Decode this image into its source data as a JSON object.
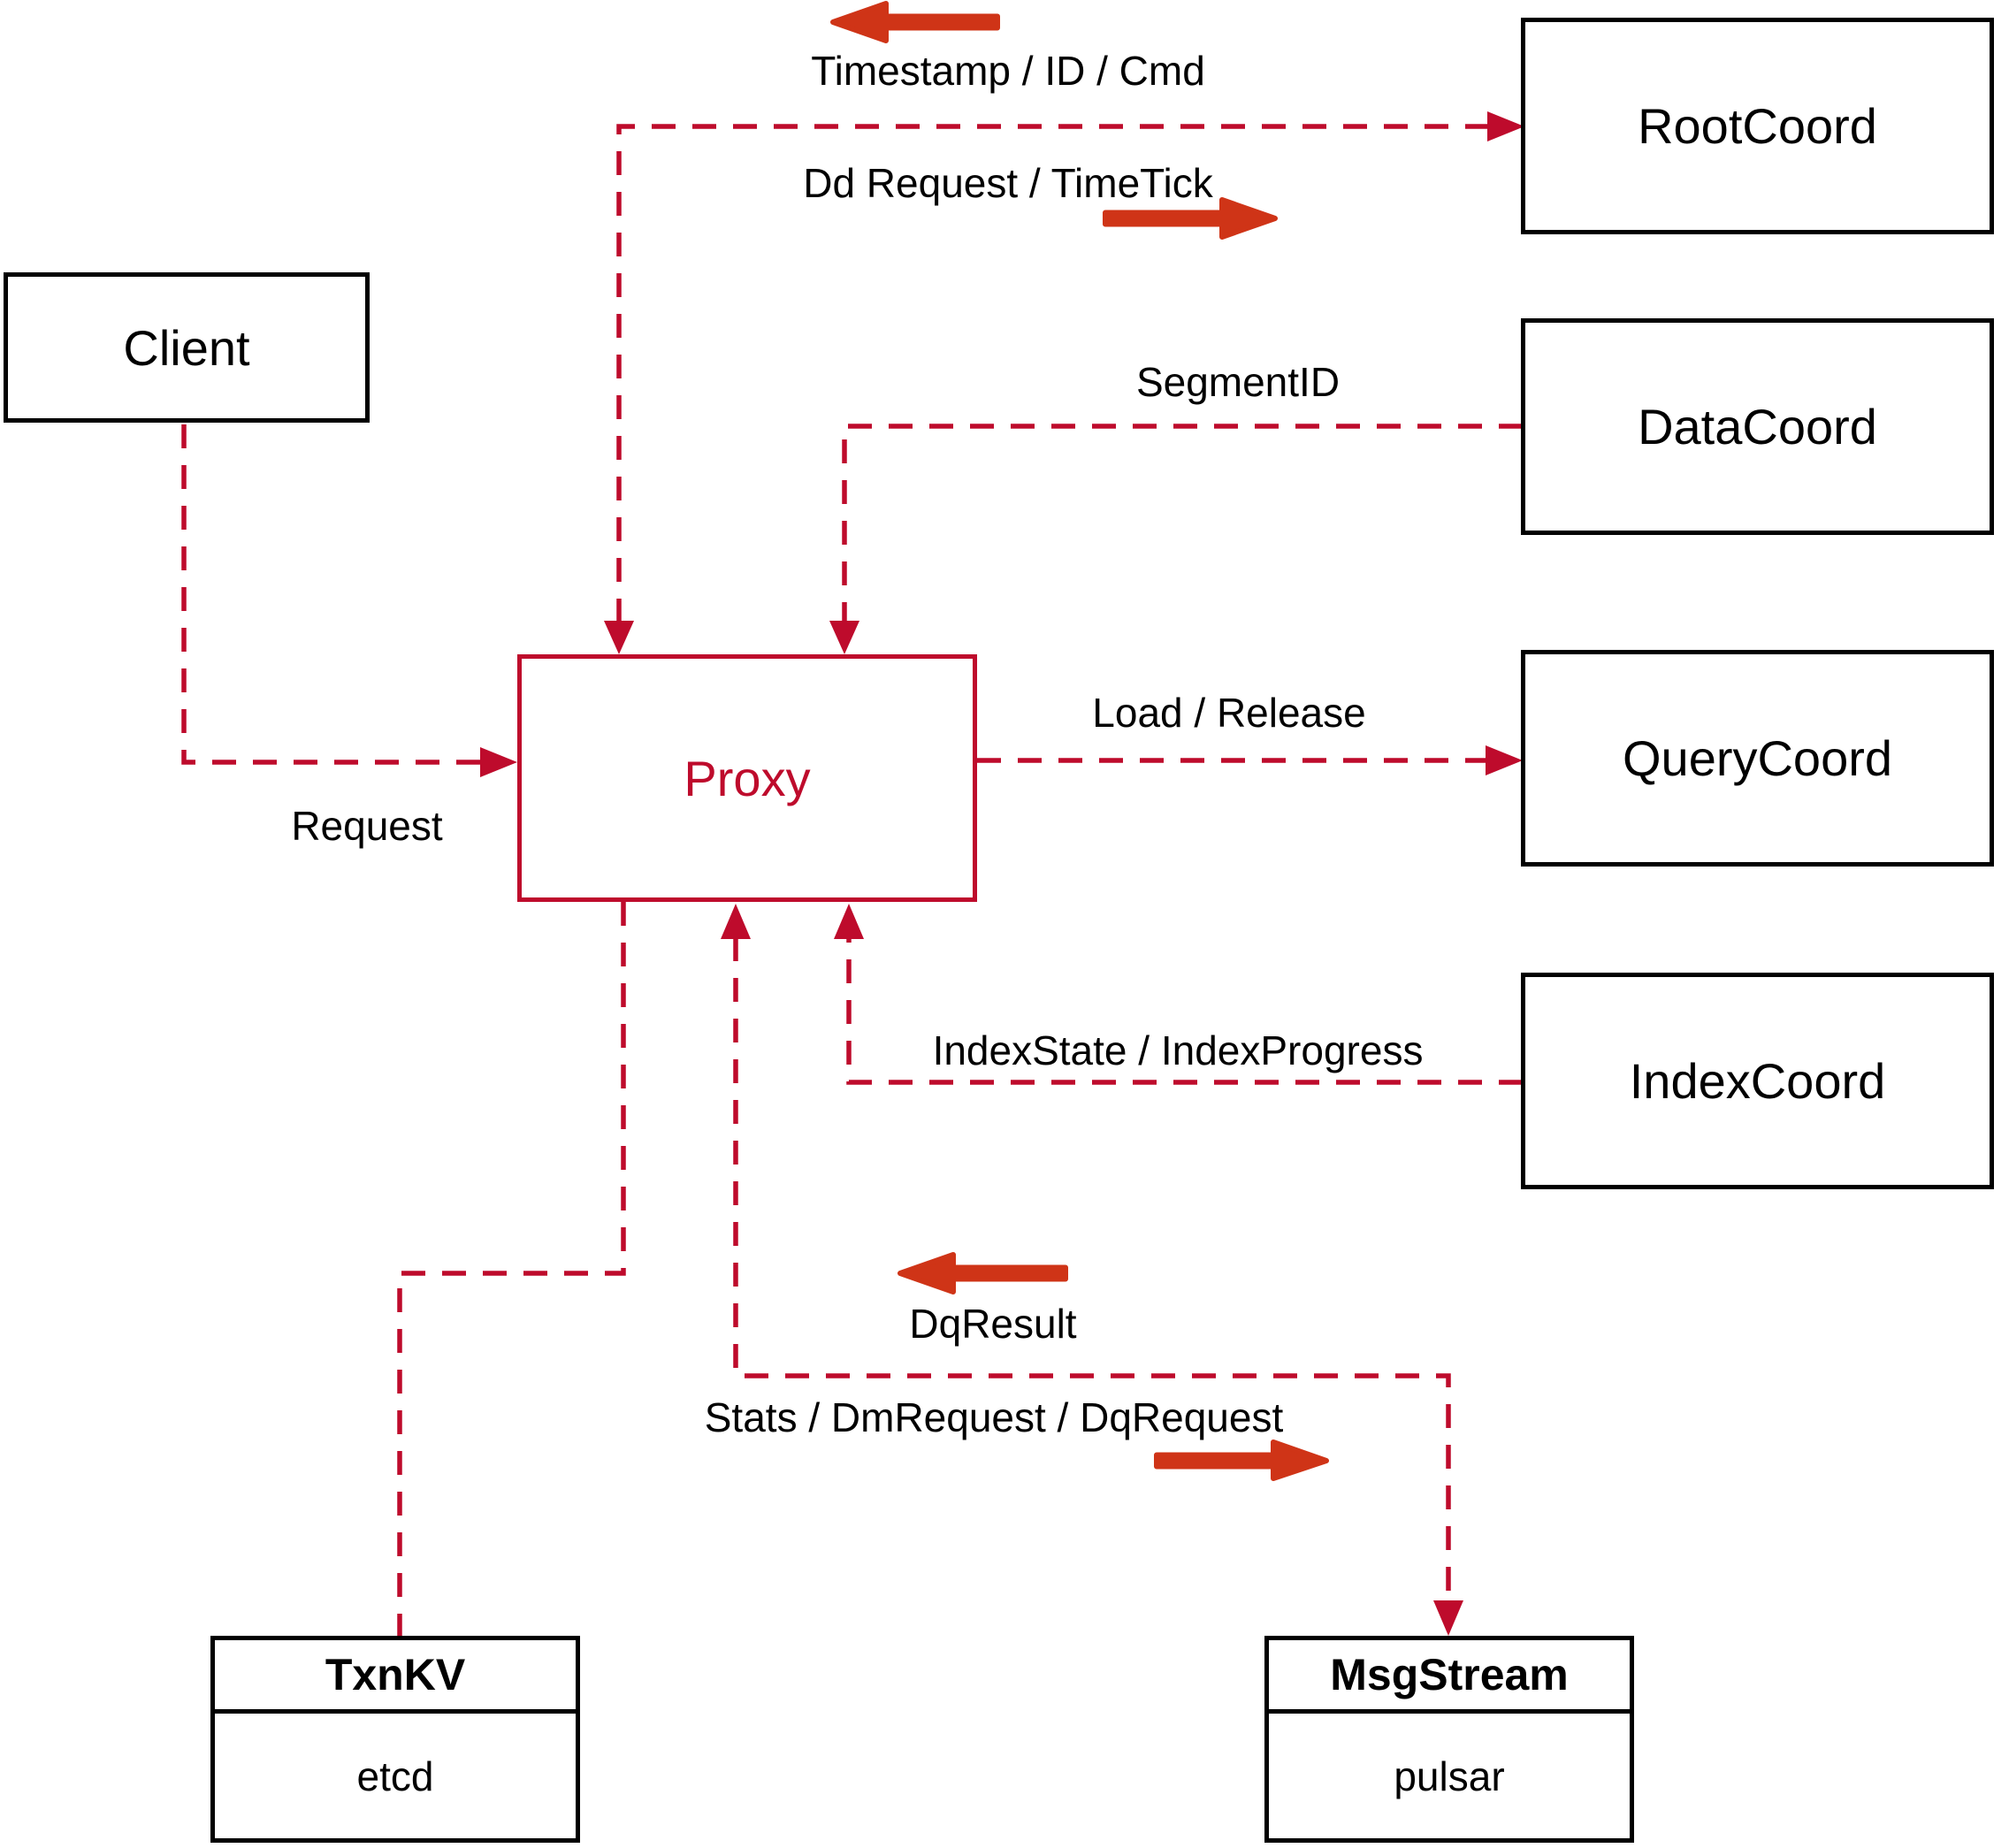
{
  "diagram": {
    "nodes": {
      "client": {
        "label": "Client"
      },
      "proxy": {
        "label": "Proxy"
      },
      "root_coord": {
        "label": "RootCoord"
      },
      "data_coord": {
        "label": "DataCoord"
      },
      "query_coord": {
        "label": "QueryCoord"
      },
      "index_coord": {
        "label": "IndexCoord"
      },
      "txn_kv": {
        "title": "TxnKV",
        "implementation": "etcd"
      },
      "msg_stream": {
        "title": "MsgStream",
        "implementation": "pulsar"
      }
    },
    "edge_labels": {
      "timestamp_id_cmd": "Timestamp / ID / Cmd",
      "dd_request_timetick": "Dd Request / TimeTick",
      "segment_id": "SegmentID",
      "request": "Request",
      "load_release": "Load / Release",
      "index_state": "IndexState / IndexProgress",
      "dq_result": "DqResult",
      "stats_dm_dq": "Stats / DmRequest / DqRequest"
    },
    "edges": [
      {
        "from": "Proxy",
        "to": "RootCoord",
        "labels": [
          "Timestamp / ID / Cmd",
          "Dd Request / TimeTick"
        ],
        "direction": "bidirectional"
      },
      {
        "from": "DataCoord",
        "to": "Proxy",
        "labels": [
          "SegmentID"
        ],
        "direction": "to-proxy"
      },
      {
        "from": "Client",
        "to": "Proxy",
        "labels": [
          "Request"
        ],
        "direction": "to-proxy"
      },
      {
        "from": "Proxy",
        "to": "QueryCoord",
        "labels": [
          "Load / Release"
        ],
        "direction": "to-querycoord"
      },
      {
        "from": "IndexCoord",
        "to": "Proxy",
        "labels": [
          "IndexState / IndexProgress"
        ],
        "direction": "to-proxy"
      },
      {
        "from": "Proxy",
        "to": "TxnKV",
        "labels": [],
        "direction": "plain"
      },
      {
        "from": "Proxy",
        "to": "MsgStream",
        "labels": [
          "DqResult",
          "Stats / DmRequest / DqRequest"
        ],
        "direction": "bidirectional"
      }
    ],
    "colors": {
      "connector": "#be0b2c",
      "direction_arrow": "#cf3417",
      "node_border": "#000000",
      "proxy_accent": "#be0b2c",
      "text": "#000000",
      "background": "#ffffff"
    }
  }
}
